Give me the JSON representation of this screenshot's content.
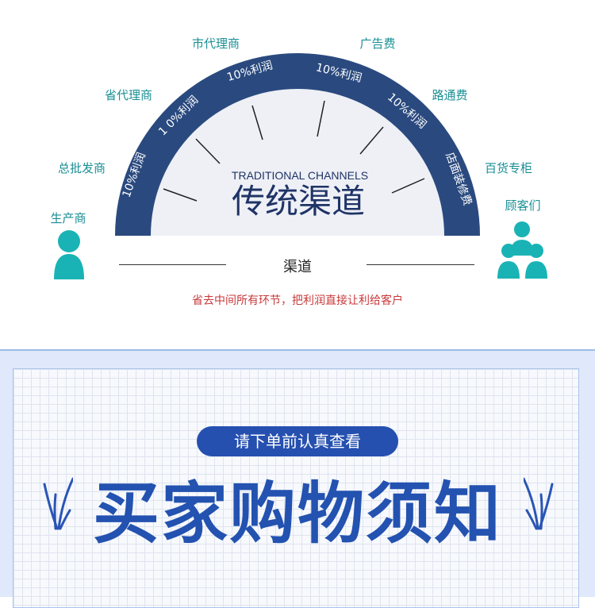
{
  "diagram": {
    "subtitle_en": "TRADITIONAL CHANNELS",
    "title_cn": "传统渠道",
    "arc_labels": [
      "10%利润",
      "1 0%利润",
      "10%利润",
      "10%利润",
      "10%利润",
      "店面装修费"
    ],
    "outer_labels": {
      "producer": "生产商",
      "general_wholesaler": "总批发商",
      "provincial_agent": "省代理商",
      "city_agent": "市代理商",
      "advertising_fee": "广告费",
      "channel_fee": "路通费",
      "department_counter": "百货专柜",
      "customers": "顾客们"
    },
    "channel_label": "渠道",
    "note": "省去中间所有环节，把利润直接让利给客户",
    "colors": {
      "arc": "#2a4a7f",
      "teal": "#1ab3b5",
      "note": "#c8393b"
    }
  },
  "notice": {
    "pill": "请下单前认真查看",
    "title": "买家购物须知"
  }
}
